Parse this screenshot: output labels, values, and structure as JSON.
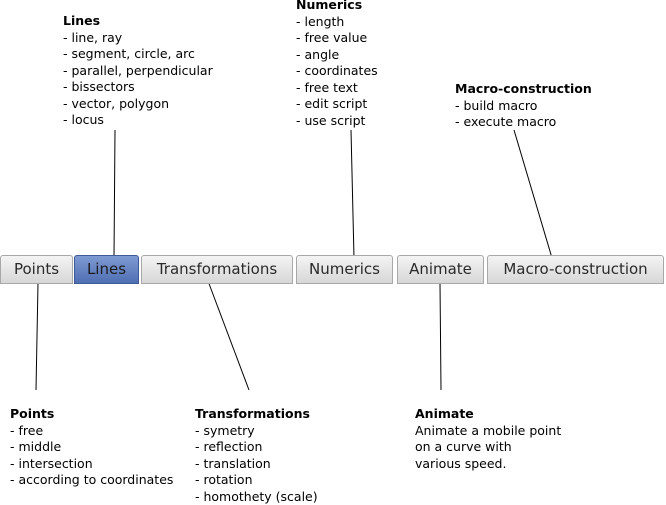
{
  "tabs": [
    {
      "label": "Points"
    },
    {
      "label": "Lines",
      "active": true
    },
    {
      "label": "Transformations"
    },
    {
      "label": "Numerics"
    },
    {
      "label": "Animate"
    },
    {
      "label": "Macro-construction"
    }
  ],
  "lines_block": {
    "title": "Lines",
    "items": [
      "- line, ray",
      "- segment, circle, arc",
      "- parallel, perpendicular",
      "- bissectors",
      "- vector, polygon",
      "- locus"
    ]
  },
  "numerics_block": {
    "title": "Numerics",
    "items": [
      "- length",
      "- free value",
      "- angle",
      "- coordinates",
      "- free text",
      "- edit script",
      "- use script"
    ]
  },
  "macro_block": {
    "title": "Macro-construction",
    "items": [
      "- build macro",
      "- execute macro"
    ]
  },
  "points_block": {
    "title": "Points",
    "items": [
      "- free",
      "- middle",
      "- intersection",
      "- according to coordinates"
    ]
  },
  "transformations_block": {
    "title": "Transformations",
    "items": [
      "- symetry",
      "- reflection",
      "- translation",
      "- rotation",
      "- homothety (scale)"
    ]
  },
  "animate_block": {
    "title": "Animate",
    "items": [
      "Animate a mobile point",
      "on a curve with",
      "various speed."
    ]
  },
  "colors": {
    "tab_active": "#5a78ba",
    "tab_inactive": "#e3e3e3",
    "leader_line": "#000000"
  }
}
